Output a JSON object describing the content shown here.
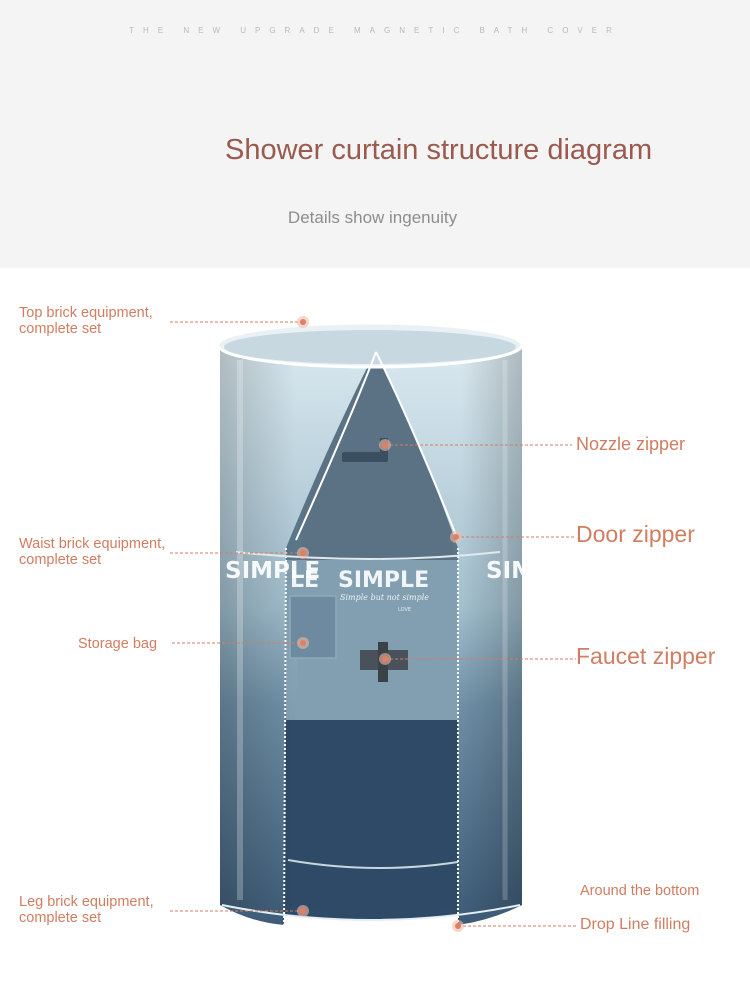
{
  "header": {
    "tagline": "THE NEW UPGRADE MAGNETIC BATH COVER",
    "title": "Shower curtain structure diagram",
    "subtitle": "Details show ingenuity"
  },
  "product": {
    "print_text": "SIMPLE",
    "print_text_partial_left": "SIMPLE",
    "print_text_partial_mid": "LE",
    "script_text": "Simple but not simple",
    "small_text": "LOVE"
  },
  "labels": {
    "top_line1": "Top brick equipment,",
    "top_line2": "complete set",
    "waist_line1": "Waist brick equipment,",
    "waist_line2": "complete set",
    "storage": "Storage bag",
    "leg_line1": "Leg brick equipment,",
    "leg_line2": "complete set",
    "nozzle": "Nozzle zipper",
    "door": "Door zipper",
    "faucet": "Faucet zipper",
    "bottom_line1": "Around the bottom",
    "bottom_line2": "Drop Line filling"
  },
  "colors": {
    "label": "#d07d62",
    "title": "#9a5a4e",
    "curtain_light": "#cfe1ea",
    "curtain_mid": "#6d8da3",
    "curtain_dark": "#3f5d79"
  }
}
